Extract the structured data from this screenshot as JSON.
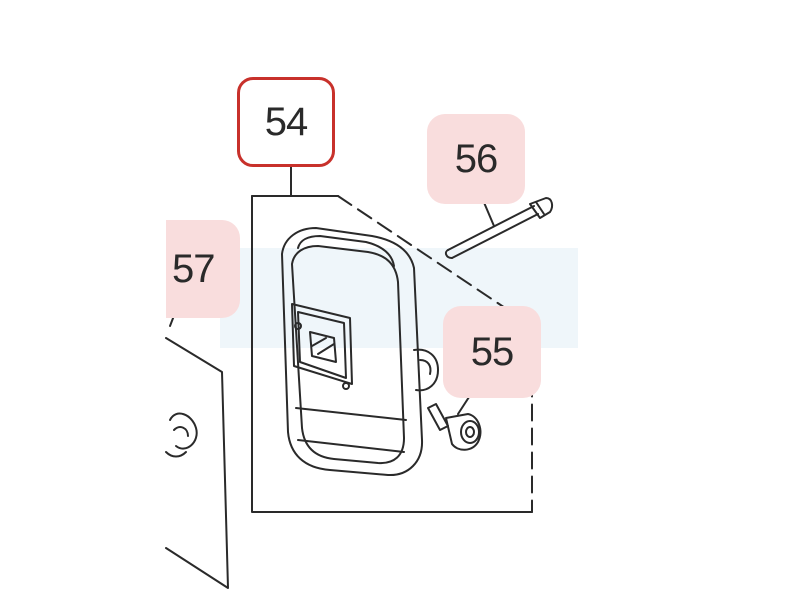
{
  "diagram": {
    "colors": {
      "line": "#2a2a2a",
      "highlight": "#f9dddd",
      "selected_border": "#c8312b",
      "watermark": "#e9f3f8"
    },
    "callouts": [
      {
        "id": "54",
        "label": "54",
        "state": "selected"
      },
      {
        "id": "56",
        "label": "56",
        "state": "highlighted"
      },
      {
        "id": "57",
        "label": "57",
        "state": "highlighted"
      },
      {
        "id": "55",
        "label": "55",
        "state": "highlighted"
      }
    ]
  }
}
